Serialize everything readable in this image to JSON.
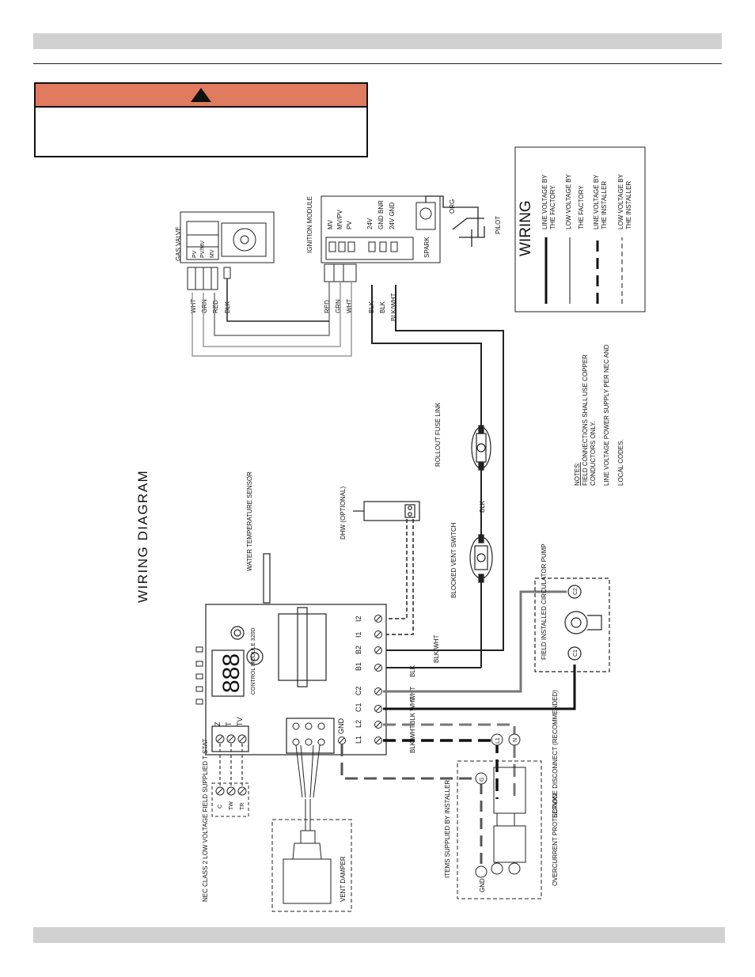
{
  "page": {
    "top_bar": "",
    "bottom_bar": ""
  },
  "warning": {
    "icon": "warning-triangle-icon",
    "header_color": "#e07b5f",
    "text": ""
  },
  "diagram": {
    "title": "WIRING  DIAGRAM",
    "gas_valve": {
      "label": "GAS VALVE",
      "terminals": [
        "PV",
        "PV/MV",
        "MV"
      ],
      "wires": [
        "WHT",
        "GRN",
        "RED",
        "BLK"
      ]
    },
    "ignition_module": {
      "label": "IGNITION MODULE",
      "terminals": [
        "MV",
        "MV/PV",
        "PV",
        "24V",
        "GND BNR",
        "24V GND"
      ],
      "spark": "SPARK",
      "wires": [
        "RED",
        "GRN",
        "WHT",
        "BLK",
        "BLK",
        "BLK/WHT"
      ]
    },
    "pilot": {
      "label": "PILOT",
      "wire": "ORG"
    },
    "rollout": {
      "label": "ROLLOUT FUSE LINK"
    },
    "blocked_vent": {
      "label": "BLOCKED VENT SWITCH"
    },
    "blk_label": "BLK",
    "water_sensor": {
      "label": "WATER TEMPERATURE SENSOR"
    },
    "dhw": {
      "label": "DHW (OPTIONAL)"
    },
    "control_module": {
      "label": "CONTROL MODULE 320D",
      "display": "888",
      "terminals": [
        "I2",
        "I1",
        "B2",
        "B1",
        "C2",
        "C1",
        "L2",
        "L1",
        "GND"
      ],
      "tstat_terminals": [
        "Z",
        "T",
        "TV"
      ],
      "wires": [
        "BLK/WHT",
        "BLK",
        "WHT",
        "BLK WHT",
        "BLK WHT"
      ]
    },
    "circulator": {
      "label": "FIELD INSTALLED CIRCULATOR PUMP",
      "terminals": [
        "C1",
        "C2"
      ]
    },
    "tstat": {
      "label": "NEC CLASS 2 LOW VOLTAGE FIELD SUPPLIED T-STAT",
      "terminals": [
        "C",
        "TW",
        "TR"
      ]
    },
    "vent_damper": {
      "label": "VENT DAMPER"
    },
    "installer": {
      "items_label": "ITEMS SUPPLIED BY INSTALLER",
      "overcurrent": "OVERCURRENT PROTECTION",
      "disconnect": "SERVICE DISCONNECT (RECOMMENDED)",
      "gnd": "GND",
      "terminals": [
        "G",
        "L1",
        "N"
      ]
    },
    "notes": {
      "heading": "NOTES:",
      "lines": [
        "FIELD CONNECTIONS SHALL USE COPPER",
        "CONDUCTORS ONLY.",
        "LINE VOLTAGE POWER SUPPLY PER NEC AND",
        "LOCAL CODES."
      ]
    },
    "legend": {
      "title": "WIRING",
      "entries": [
        {
          "line1": "LINE VOLTAGE BY",
          "line2": "THE FACTORY",
          "style": "thick-solid"
        },
        {
          "line1": "LOW VOLTAGE BY",
          "line2": "THE FACTORY",
          "style": "thin-solid"
        },
        {
          "line1": "LINE VOLTAGE BY",
          "line2": "THE INSTALLER",
          "style": "thick-dashed"
        },
        {
          "line1": "LOW VOLTAGE BY",
          "line2": "THE INSTALLER",
          "style": "thin-dashed"
        }
      ]
    }
  }
}
